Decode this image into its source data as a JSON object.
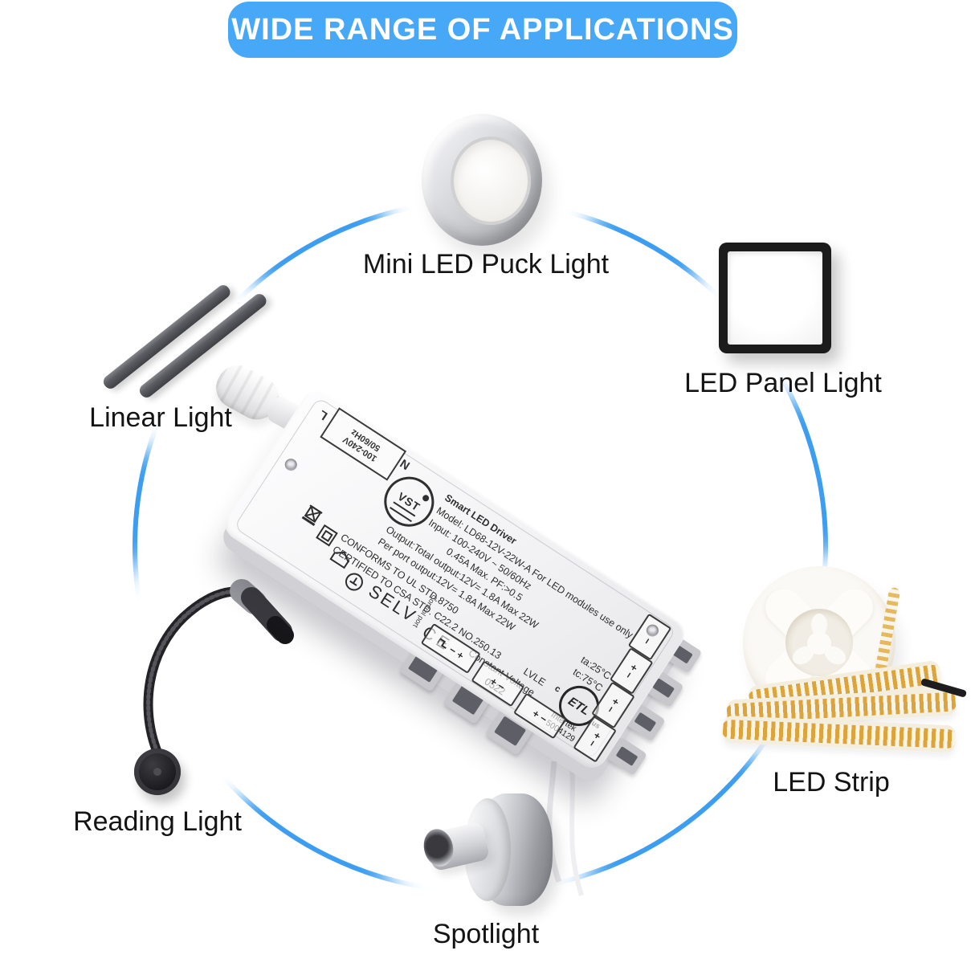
{
  "banner": {
    "title": "WIDE RANGE OF APPLICATIONS"
  },
  "colors": {
    "banner_bg": "#46a8f6",
    "circle_blue": "#3d9ef1",
    "label_text": "#141414",
    "driver_body": "#f2f2f4"
  },
  "applications": {
    "puck": {
      "label": "Mini LED Puck Light"
    },
    "panel": {
      "label": "LED Panel Light"
    },
    "strip": {
      "label": "LED Strip"
    },
    "spotlight": {
      "label": "Spotlight"
    },
    "reading": {
      "label": "Reading Light"
    },
    "linear": {
      "label": "Linear Light"
    }
  },
  "driver": {
    "brand_logo": "VST",
    "terminal": {
      "live": "L",
      "neutral": "N",
      "voltage": "100-240V",
      "frequency": "50/60Hz"
    },
    "label": {
      "title": "Smart LED Driver",
      "model": "Model: LD68-12V-22W-A  For LED modules use only",
      "input": "Input: 100-240V ~      50/60Hz",
      "input2": "0.45A Max.   PF:>0.5",
      "output_total": "Output:Total output:12V= 1.8A Max 22W",
      "ta": "ta:25°C",
      "output_port": "Per port output:12V= 1.8A Max 22W",
      "tc": "tc:75°C",
      "ul": "CONFORMS TO UL STD.8750",
      "csa": "CERTIFIED TO CSA STD. C22.2 NO.250.13",
      "selv": "SELV",
      "ce": "CE",
      "constant_voltage": "Constant Voltage",
      "lvle": "LVLE",
      "date_code": "0522",
      "etl": {
        "c": "c",
        "mark": "ETL",
        "us": "us",
        "intertek": "Intertek",
        "number": "5004129"
      },
      "control_port": "Control port",
      "port_ctrl_minus_plus": "− +",
      "port_plus_minus": "+ −"
    }
  }
}
